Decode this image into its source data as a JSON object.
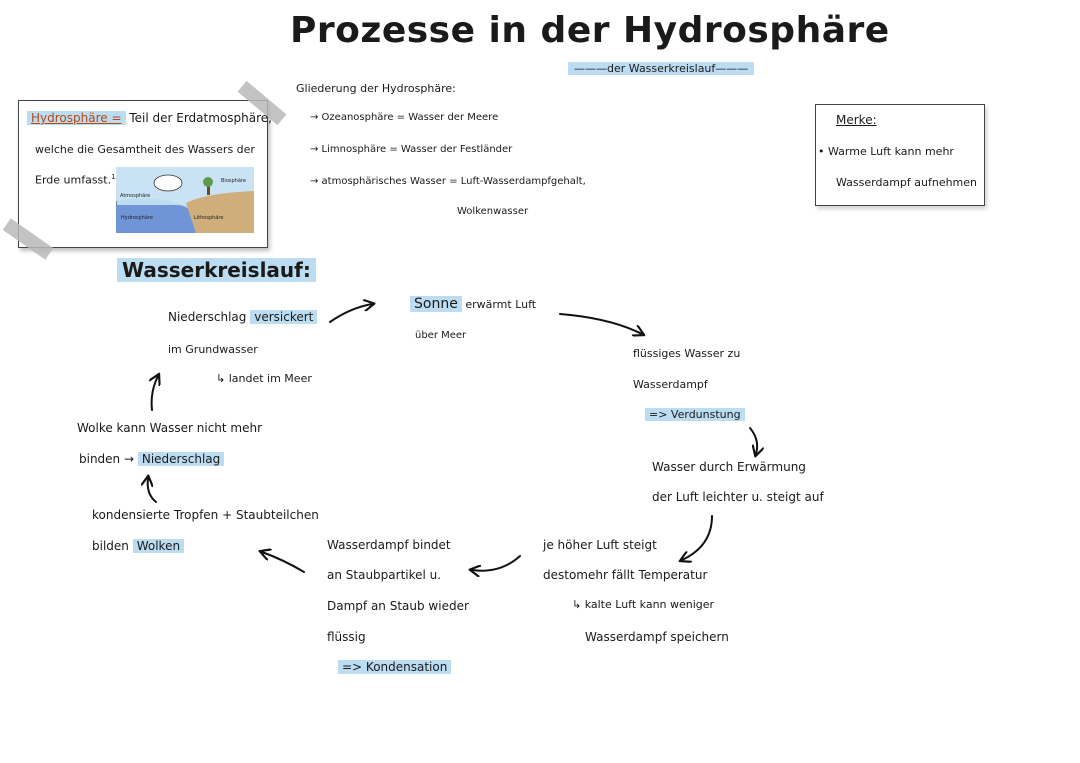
{
  "title": "Prozesse in der Hydrosphäre",
  "subtitle": "der Wasserkreislauf",
  "definition": {
    "term": "Hydrosphäre =",
    "line1": "Teil der Erdatmosphäre,",
    "line2": "welche die Gesamtheit des Wassers der",
    "line3": "Erde umfasst.",
    "footnote": "1",
    "diagram_labels": {
      "atmosphaere": "Atmosphäre",
      "biosphaere": "Biosphäre",
      "hydrosphaere": "Hydrosphäre",
      "lithosphaere": "Lithosphäre"
    }
  },
  "gliederung": {
    "heading": "Gliederung der Hydrosphäre:",
    "items": [
      "→ Ozeanosphäre = Wasser der Meere",
      "→ Limnosphäre = Wasser der Festländer",
      "→ atmosphärisches Wasser = Luft-Wasserdampfgehalt,"
    ],
    "item3_cont": "Wolkenwasser"
  },
  "merke": {
    "heading": "Merke:",
    "line1": "• Warme Luft kann mehr",
    "line2": "Wasserdampf aufnehmen"
  },
  "section": "Wasserkreislauf:",
  "cycle": {
    "sonne": "Sonne",
    "sonne_rest": "erwärmt Luft",
    "sonne_line2": "über Meer",
    "fluessig_1": "flüssiges Wasser zu",
    "fluessig_2": "Wasserdampf",
    "verdunstung": "=> Verdunstung",
    "erwaermung_1": "Wasser durch Erwärmung",
    "erwaermung_2": "der Luft leichter u. steigt auf",
    "hoeher_1": "je höher Luft steigt",
    "hoeher_2": "destomehr fällt Temperatur",
    "hoeher_3": "↳ kalte Luft kann weniger",
    "hoeher_4": "Wasserdampf speichern",
    "dampf_1": "Wasserdampf bindet",
    "dampf_2": "an Staubpartikel u.",
    "dampf_3": "Dampf an Staub wieder",
    "dampf_4": "flüssig",
    "kondensation": "=> Kondensation",
    "tropfen_1": "kondensierte Tropfen + Staubteilchen",
    "tropfen_2": "bilden",
    "wolken": "Wolken",
    "wolke_1": "Wolke kann Wasser nicht mehr",
    "wolke_2": "binden →",
    "niederschlag": "Niederschlag",
    "versickert_pre": "Niederschlag",
    "versickert": "versickert",
    "grundwasser": "im Grundwasser",
    "meer": "↳ landet im Meer"
  }
}
